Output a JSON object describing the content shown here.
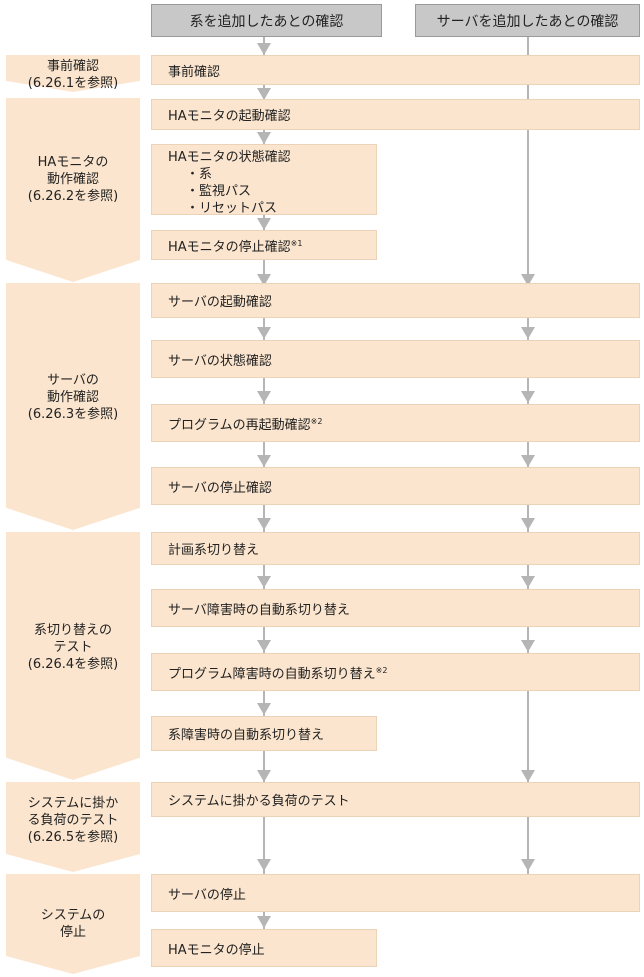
{
  "headers": {
    "left": "系を追加したあとの確認",
    "right": "サーバを追加したあとの確認"
  },
  "phases": [
    {
      "id": "pre",
      "lines": [
        "事前確認",
        "(6.26.1を参照)"
      ]
    },
    {
      "id": "ha",
      "lines": [
        "HAモニタの",
        "動作確認",
        "(6.26.2を参照)"
      ]
    },
    {
      "id": "server",
      "lines": [
        "サーバの",
        "動作確認",
        "(6.26.3を参照)"
      ]
    },
    {
      "id": "switch",
      "lines": [
        "系切り替えの",
        "テスト",
        "(6.26.4を参照)"
      ]
    },
    {
      "id": "load",
      "lines": [
        "システムに掛か",
        "る負荷のテスト",
        "(6.26.5を参照)"
      ]
    },
    {
      "id": "stop",
      "lines": [
        "システムの",
        "停止"
      ]
    }
  ],
  "steps": {
    "pre_check": "事前確認",
    "ha_start": "HAモニタの起動確認",
    "ha_status": "HAモニタの状態確認",
    "ha_status_items": [
      "・系",
      "・監視パス",
      "・リセットパス"
    ],
    "ha_stop": "HAモニタの停止確認",
    "ha_stop_note": "※1",
    "srv_start": "サーバの起動確認",
    "srv_status": "サーバの状態確認",
    "prog_restart": "プログラムの再起動確認",
    "prog_restart_note": "※2",
    "srv_stop": "サーバの停止確認",
    "planned_switch": "計画系切り替え",
    "srv_fail_switch": "サーバ障害時の自動系切り替え",
    "prog_fail_switch": "プログラム障害時の自動系切り替え",
    "prog_fail_switch_note": "※2",
    "sys_fail_switch": "系障害時の自動系切り替え",
    "load_test": "システムに掛かる負荷のテスト",
    "server_stop": "サーバの停止",
    "ha_monitor_stop": "HAモニタの停止"
  }
}
